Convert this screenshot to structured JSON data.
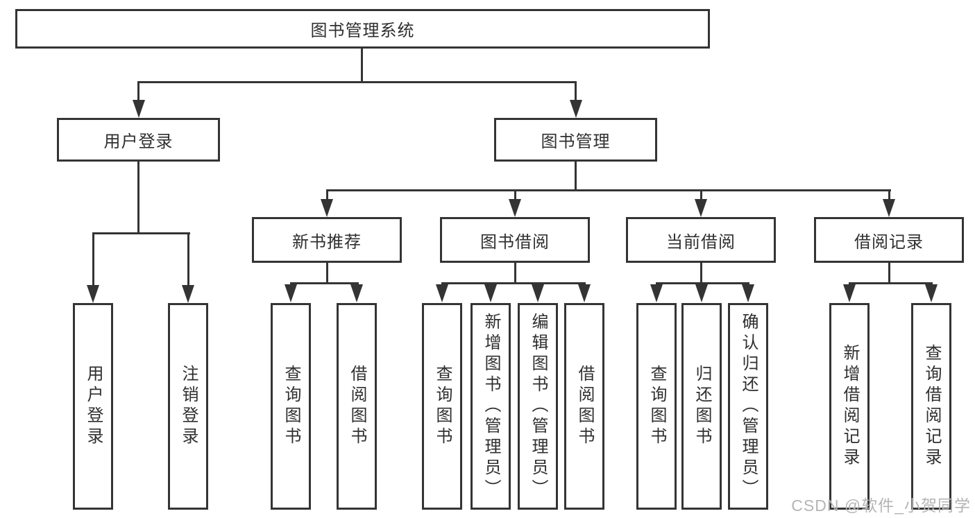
{
  "diagram_type": "hierarchy-chart",
  "colors": {
    "line": "#343434",
    "text": "#2f2f2f",
    "background": "#ffffff",
    "watermark": "#b5b5b5"
  },
  "tree": {
    "label": "图书管理系统",
    "children": [
      {
        "label": "用户登录",
        "children": [
          {
            "label": "用户登录"
          },
          {
            "label": "注销登录"
          }
        ]
      },
      {
        "label": "图书管理",
        "children": [
          {
            "label": "新书推荐",
            "children": [
              {
                "label": "查询图书"
              },
              {
                "label": "借阅图书"
              }
            ]
          },
          {
            "label": "图书借阅",
            "children": [
              {
                "label": "查询图书"
              },
              {
                "label": "新增图书（管理员）"
              },
              {
                "label": "编辑图书（管理员）"
              },
              {
                "label": "借阅图书"
              }
            ]
          },
          {
            "label": "当前借阅",
            "children": [
              {
                "label": "查询图书"
              },
              {
                "label": "归还图书"
              },
              {
                "label": "确认归还（管理员）"
              }
            ]
          },
          {
            "label": "借阅记录",
            "children": [
              {
                "label": "新增借阅记录"
              },
              {
                "label": "查询借阅记录"
              }
            ]
          }
        ]
      }
    ]
  },
  "watermark": "CSDN @软件_小贺同学"
}
